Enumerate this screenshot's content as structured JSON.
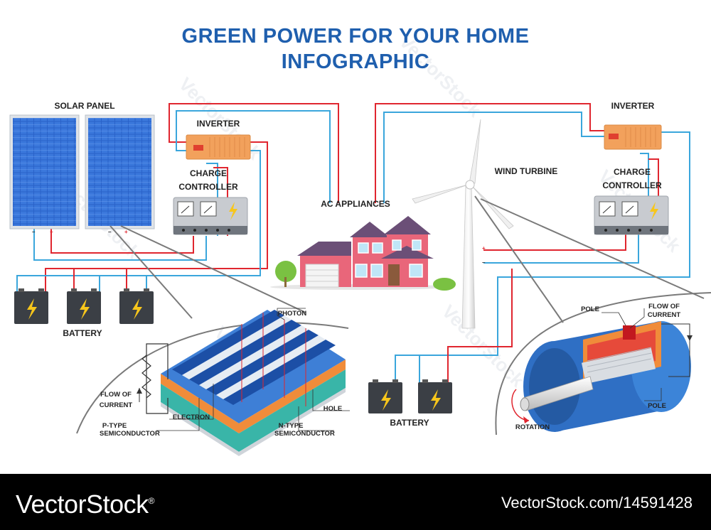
{
  "title": {
    "line1": "GREEN POWER FOR YOUR HOME",
    "line2": "INFOGRAPHIC"
  },
  "labels": {
    "solar_panel": "SOLAR PANEL",
    "inverter_left": "INVERTER",
    "charge_controller_left_1": "CHARGE",
    "charge_controller_left_2": "CONTROLLER",
    "ac_appliances": "AC APPLIANCES",
    "wind_turbine": "WIND TURBINE",
    "inverter_right": "INVERTER",
    "charge_controller_right_1": "CHARGE",
    "charge_controller_right_2": "CONTROLLER",
    "battery_left": "BATTERY",
    "battery_right": "BATTERY",
    "photon": "PHOTON",
    "flow_of_current_left_1": "FLOW OF",
    "flow_of_current_left_2": "CURRENT",
    "electron": "ELECTRON",
    "hole": "HOLE",
    "p_type_1": "P-TYPE",
    "p_type_2": "SEMICONDUCTOR",
    "n_type_1": "N-TYPE",
    "n_type_2": "SEMICONDUCTOR",
    "pole_top": "POLE",
    "flow_of_current_right_1": "FLOW OF",
    "flow_of_current_right_2": "CURRENT",
    "pole_bottom": "POLE",
    "rotation": "ROTATION"
  },
  "footer": {
    "brand": "VectorStock",
    "brand_reg": "®",
    "url": "VectorStock.com/14591428"
  },
  "colors": {
    "title": "#1f5fae",
    "wire_red": "#e0262f",
    "wire_blue": "#3aa6dc",
    "panel_blue": "#2a62c9",
    "inverter_orange": "#f2a15c",
    "battery_dark": "#3b3f45",
    "house_pink": "#e9667a",
    "house_roof": "#6b4f77",
    "generator_blue": "#2f6fc4"
  }
}
